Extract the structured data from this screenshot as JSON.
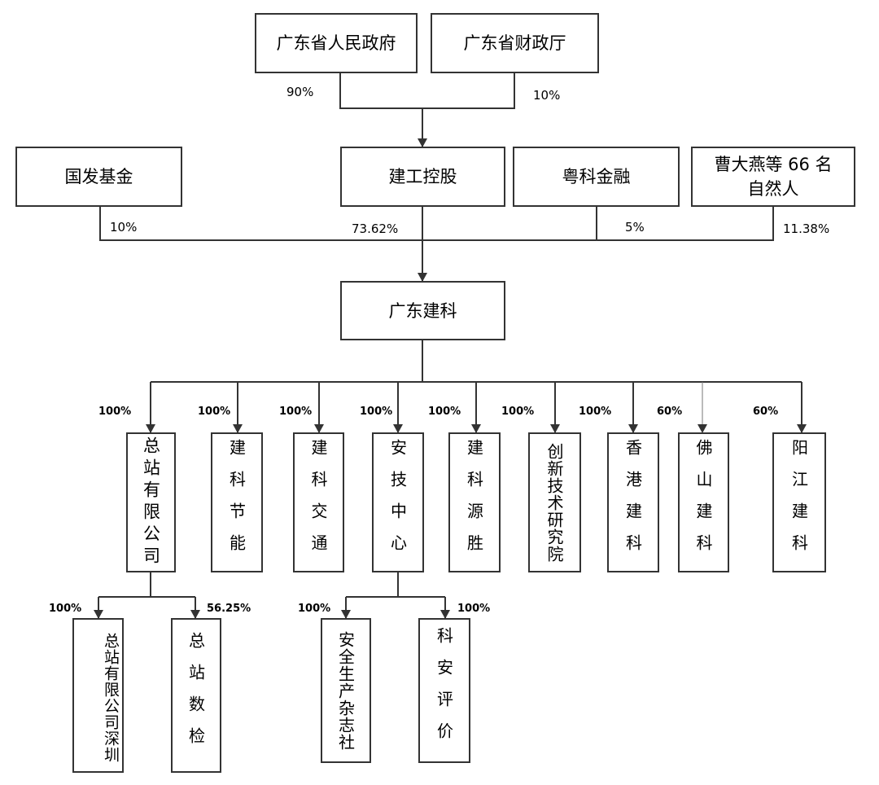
{
  "top": {
    "gov": "广东省人民政府",
    "finance": "广东省财政厅",
    "pct_gov": "90%",
    "pct_finance": "10%"
  },
  "shareholders": {
    "guofa": "国发基金",
    "jiangong": "建工控股",
    "yueke": "粤科金融",
    "cao": "曹大燕等 66 名自然人",
    "pct_guofa": "10%",
    "pct_jiangong": "73.62%",
    "pct_yueke": "5%",
    "pct_cao": "11.38%"
  },
  "company": "广东建科",
  "subsidiaries": [
    {
      "name": "总站有限公司",
      "pct": "100%"
    },
    {
      "name": "建科节能",
      "pct": "100%"
    },
    {
      "name": "建科交通",
      "pct": "100%"
    },
    {
      "name": "安技中心",
      "pct": "100%"
    },
    {
      "name": "建科源胜",
      "pct": "100%"
    },
    {
      "name": "创新技术研究院",
      "pct": "100%"
    },
    {
      "name": "香港建科",
      "pct": "100%"
    },
    {
      "name": "佛山建科",
      "pct": "60%"
    },
    {
      "name": "阳江建科",
      "pct": "60%"
    }
  ],
  "grandchildren": [
    {
      "name": "总站有限公司深圳",
      "pct": "100%"
    },
    {
      "name": "总站数检",
      "pct": "56.25%"
    },
    {
      "name": "安全生产杂志社",
      "pct": "100%"
    },
    {
      "name": "科安评价",
      "pct": "100%"
    }
  ]
}
